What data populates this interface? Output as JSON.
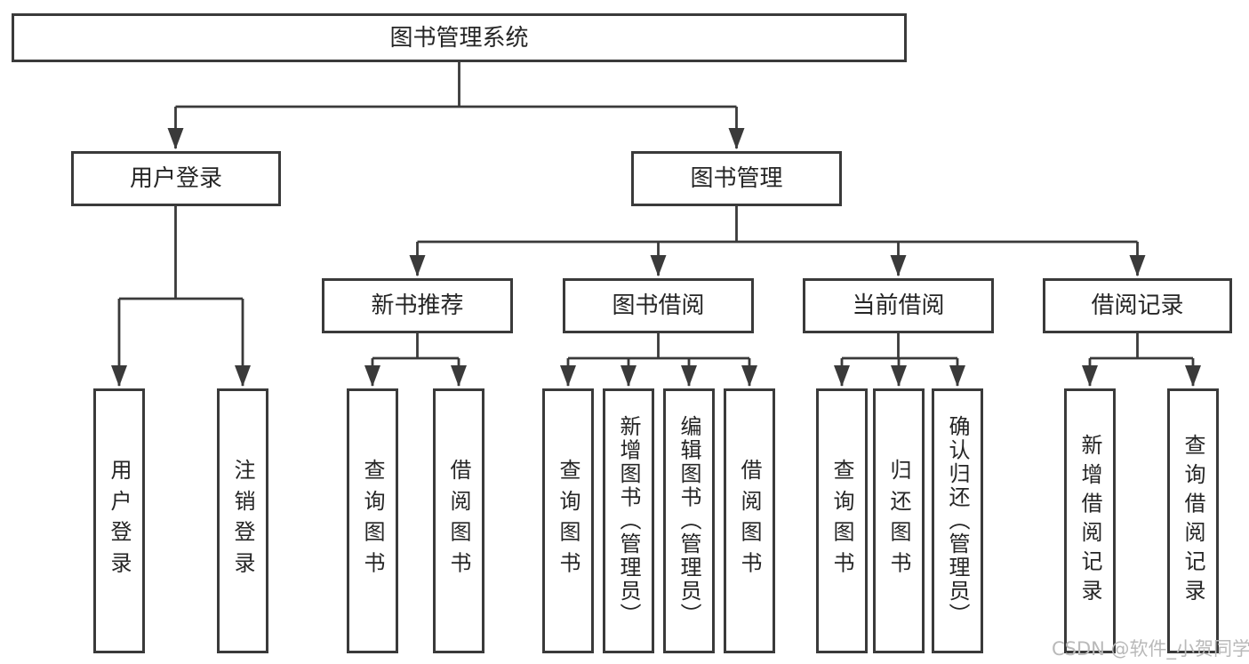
{
  "diagram": {
    "root": {
      "label": "图书管理系统"
    },
    "branches": [
      {
        "label": "用户登录",
        "children": [
          {
            "label": "用户登录"
          },
          {
            "label": "注销登录"
          }
        ]
      },
      {
        "label": "图书管理",
        "children": [
          {
            "label": "新书推荐",
            "children": [
              {
                "label": "查询图书"
              },
              {
                "label": "借阅图书"
              }
            ]
          },
          {
            "label": "图书借阅",
            "children": [
              {
                "label": "查询图书"
              },
              {
                "label": "新增图书（管理员）"
              },
              {
                "label": "编辑图书（管理员）"
              },
              {
                "label": "借阅图书"
              }
            ]
          },
          {
            "label": "当前借阅",
            "children": [
              {
                "label": "查询图书"
              },
              {
                "label": "归还图书"
              },
              {
                "label": "确认归还（管理员）"
              }
            ]
          },
          {
            "label": "借阅记录",
            "children": [
              {
                "label": "新增借阅记录"
              },
              {
                "label": "查询借阅记录"
              }
            ]
          }
        ]
      }
    ]
  },
  "watermark": "CSDN @软件_小贺同学",
  "colors": {
    "line": "#3a3a3a",
    "box_border": "#3a3a3a",
    "box_fill": "#ffffff",
    "text": "#252525",
    "watermark": "#b9b9b9",
    "background": "#ffffff"
  }
}
